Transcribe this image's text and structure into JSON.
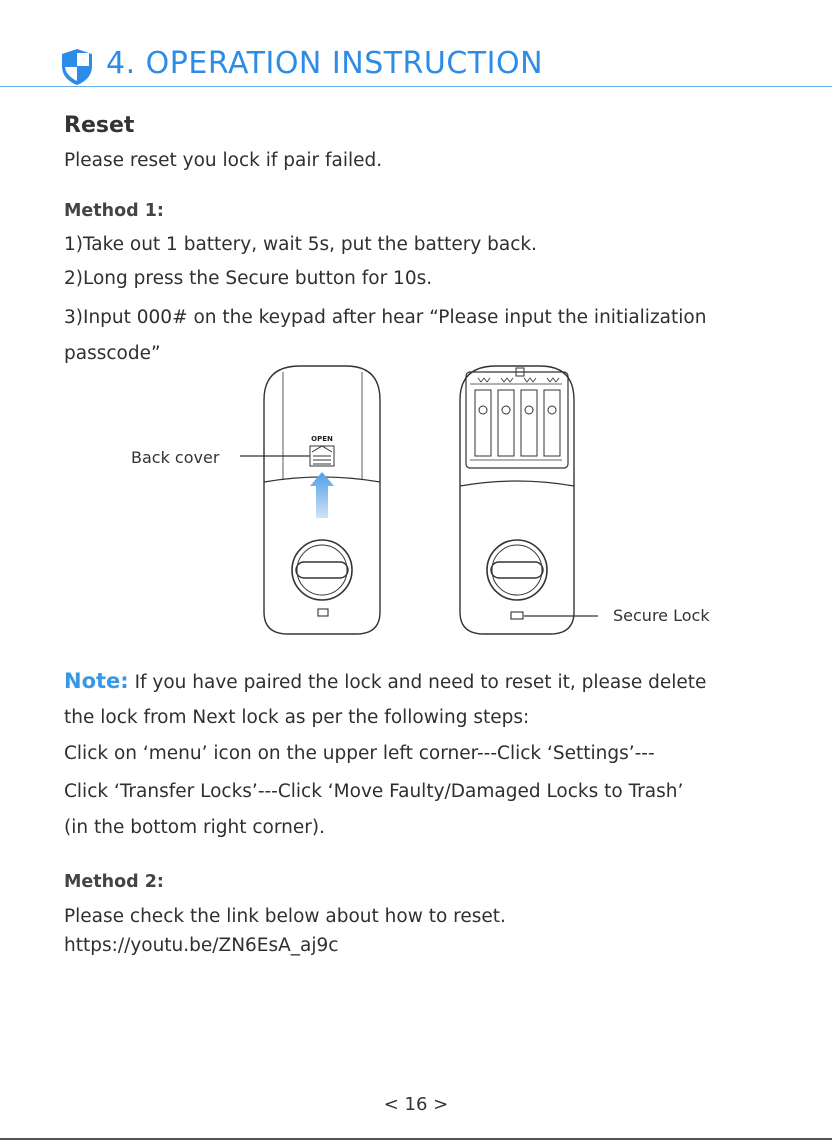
{
  "header": {
    "title": "4. OPERATION  INSTRUCTION",
    "icon": "shield-icon",
    "accent": "#2d8ce8"
  },
  "reset": {
    "title": "Reset",
    "subtitle": "Please reset you lock if pair failed."
  },
  "method1": {
    "title": "Method 1:",
    "steps": [
      "1)Take out 1 battery, wait 5s, put the battery back.",
      "2)Long press the Secure button for 10s.",
      "3)Input 000# on the keypad after hear   “Please input the initialization",
      "passcode”"
    ]
  },
  "diagram": {
    "back_cover_label": "Back cover",
    "secure_lock_label": "Secure Lock",
    "open_label": "OPEN"
  },
  "note": {
    "label": "Note:",
    "lines": [
      " If you have paired the lock and need to reset it, please delete",
      "the lock from Next lock as per the following steps:",
      "Click on ‘menu’ icon on the upper left corner---Click ‘Settings’---",
      "Click ‘Transfer Locks’---Click ‘Move Faulty/Damaged Locks to Trash’",
      "(in the bottom right corner)."
    ]
  },
  "method2": {
    "title": "Method 2:",
    "text": "Please check the link below about how to reset.",
    "link": "https://youtu.be/ZN6EsA_aj9c"
  },
  "footer": {
    "page": "< 16 >"
  }
}
